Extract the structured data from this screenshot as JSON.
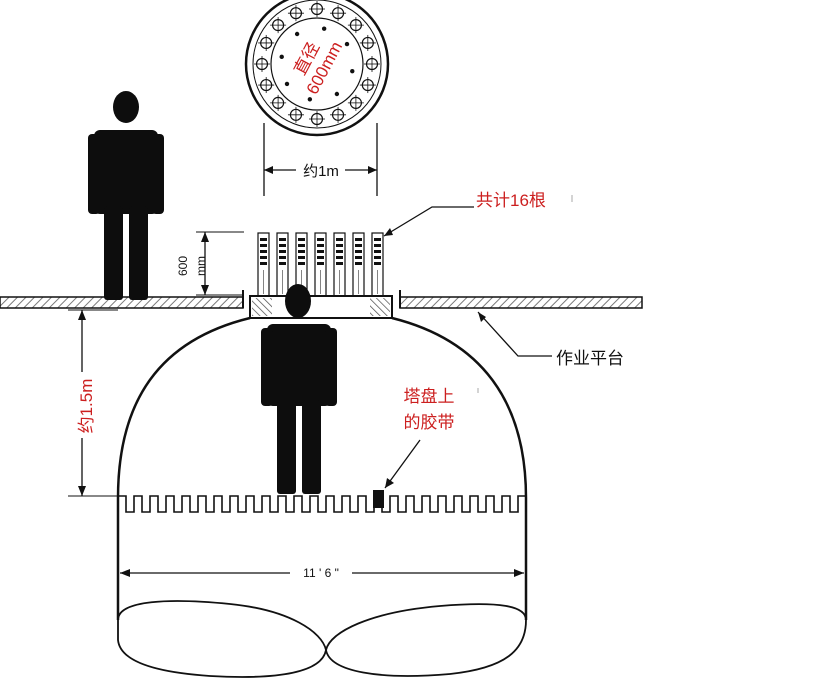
{
  "labels": {
    "diameter_line1": "直径",
    "diameter_line2": "600mm",
    "width_1m": "约1m",
    "total_count": "共计16根",
    "pipe_height_num": "600",
    "pipe_height_unit": "mm",
    "work_platform": "作业平台",
    "height_1_5m": "约1.5m",
    "tape_line1": "塔盘上",
    "tape_line2": "的胶带",
    "dome_width": "11 ' 6 \""
  },
  "colors": {
    "annotation_red": "#cc1f1f",
    "line": "#111111",
    "figure": "#0d0d0d",
    "hatch": "#8a8a8a"
  },
  "elements": {
    "pipe_count": 7,
    "ring_bolts": 16
  }
}
